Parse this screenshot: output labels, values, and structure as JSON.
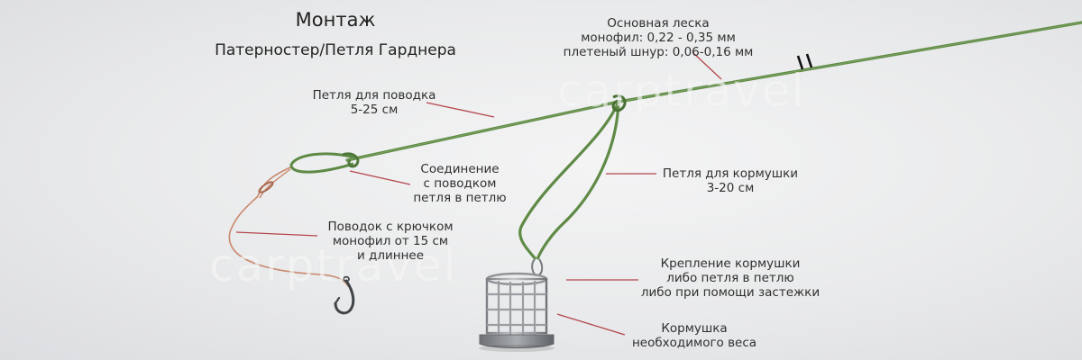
{
  "title": "Монтаж",
  "subtitle": "Патерностер/Петля Гарднера",
  "watermark": "carptravel",
  "labels": {
    "main_line": [
      "Основная леска",
      "монофил: 0,22 - 0,35 мм",
      "плетеный шнур: 0,06-0,16 мм"
    ],
    "leader_loop": [
      "Петля для поводка",
      "5-25 см"
    ],
    "loop_connection": [
      "Соединение",
      "с поводком",
      "петля в петлю"
    ],
    "feeder_loop": [
      "Петля для кормушки",
      "3-20 см"
    ],
    "hook_leader": [
      "Поводок с крючком",
      "монофил от 15 см",
      "и длиннее"
    ],
    "feeder_attach": [
      "Крепление кормушки",
      "либо петля в петлю",
      "либо при помощи застежки"
    ],
    "feeder": [
      "Кормушка",
      "необходимого веса"
    ]
  },
  "colors": {
    "main_line": "#5f8a46",
    "leader": "#c9886e",
    "pointer": "#b4464c",
    "feeder_metal": "#8f9296",
    "hook": "#3e4448"
  }
}
